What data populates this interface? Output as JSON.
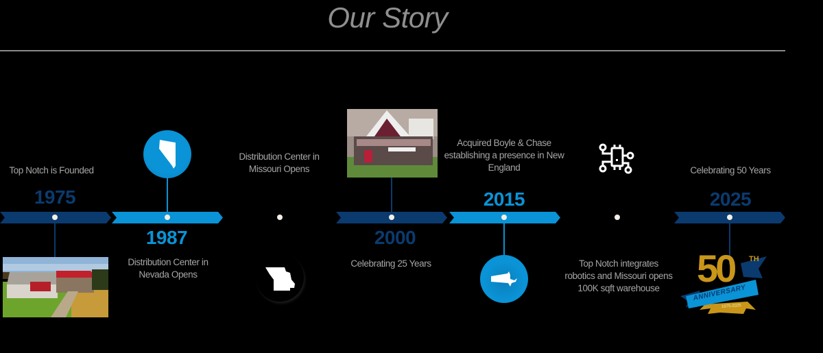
{
  "page": {
    "title": "Our Story"
  },
  "colors": {
    "dark_blue": "#0b3a6e",
    "light_blue": "#0a93d6",
    "gray_text": "#a6a6a6",
    "title_gray": "#8f8f8f",
    "dot": "#f3efe6",
    "gold": "#c9961a"
  },
  "timeline": [
    {
      "year": "1975",
      "description": "Top Notch is Founded",
      "media": "farm-photo",
      "color": "dark"
    },
    {
      "year": "1987",
      "description": "Distribution Center in Nevada Opens",
      "media": "nevada-state-icon",
      "color": "light"
    },
    {
      "year": "",
      "description": "Distribution Center in Missouri Opens",
      "media": "missouri-state-icon",
      "color": "none"
    },
    {
      "year": "2000",
      "description": "Celebrating 25 Years",
      "media": "group-photo",
      "color": "dark"
    },
    {
      "year": "2015",
      "description": "Acquired Boyle  & Chase establishing a presence in New England",
      "media": "massachusetts-state-icon",
      "color": "light"
    },
    {
      "year": "",
      "description": "Top Notch integrates robotics and Missouri opens 100K sqft warehouse",
      "media": "circuit-chip-icon",
      "color": "none"
    },
    {
      "year": "2025",
      "description": "Celebrating 50 Years",
      "media": "50th-anniversary-badge",
      "color": "dark"
    }
  ],
  "badge": {
    "number": "50",
    "suffix": "TH",
    "ribbon": "ANNIVERSARY",
    "years": "1975-2025"
  }
}
